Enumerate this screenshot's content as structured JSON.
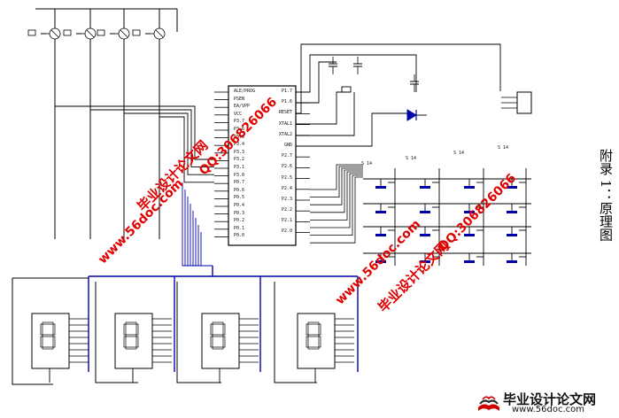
{
  "page": {
    "side_caption": "附录 1：原理图"
  },
  "watermarks": [
    {
      "text": "毕业设计论文网",
      "color": "#e00000"
    },
    {
      "text": "QQ:306826066",
      "color": "#e00000"
    },
    {
      "text": "www.56doc.com",
      "color": "#e00000"
    },
    {
      "text": "毕业设计论文网",
      "color": "#e00000"
    },
    {
      "text": "QQ:306826066",
      "color": "#e00000"
    },
    {
      "text": "www.56doc.com",
      "color": "#e00000"
    }
  ],
  "logo": {
    "title": "毕业设计论文网",
    "url": "www.56doc.com",
    "icon": "book-logo-icon"
  },
  "mcu": {
    "left_pins": [
      "ALE/PROG",
      "PSEN",
      "EA/VPP",
      "VCC",
      "P3.7",
      "P3.6",
      "P3.5",
      "P3.4",
      "P3.3",
      "P3.2",
      "P3.1",
      "P3.0",
      "P0.7",
      "P0.6",
      "P0.5",
      "P0.4",
      "P0.3",
      "P0.2",
      "P0.1",
      "P0.0"
    ],
    "right_pins": [
      "P1.7",
      "P1.6",
      "RESET",
      "XTAL1",
      "XTAL2",
      "GND",
      "P2.7",
      "P2.6",
      "P2.5",
      "P2.4",
      "P2.3",
      "P2.2",
      "P2.1",
      "P2.0"
    ]
  },
  "keypad_labels": [
    "S 14",
    "S 14",
    "S 14",
    "S 14"
  ],
  "colors": {
    "wire": "#000000",
    "bus": "#0000aa",
    "watermark": "#e00000"
  }
}
